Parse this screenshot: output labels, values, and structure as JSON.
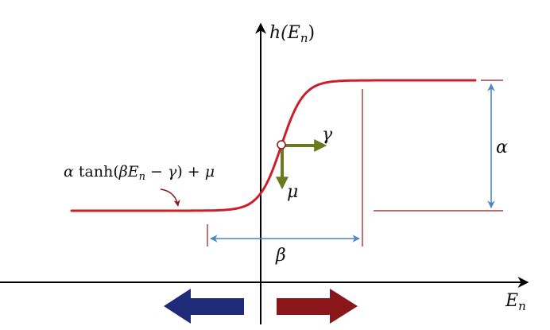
{
  "labels": {
    "y_axis": "h(E",
    "y_axis_sub": "n",
    "y_axis_close": ")",
    "x_axis": "E",
    "x_axis_sub": "n",
    "gamma": "γ",
    "mu": "μ",
    "alpha": "α",
    "beta": "β",
    "formula_alpha": "α",
    "formula_tanh": " tanh(",
    "formula_beta_e": "βE",
    "formula_sub": "n",
    "formula_minus": " − ",
    "formula_gamma": "γ",
    "formula_close": ") + ",
    "formula_mu": "μ"
  },
  "colors": {
    "axis": "#000000",
    "curve": "#cc1f2a",
    "bracket_lines": "#8b1a1a",
    "dimension_arrows": "#4a86c8",
    "vector_arrows": "#6b7a1e",
    "left_arrow": "#1f2a78",
    "right_arrow": "#8a161a",
    "pointer_arrow": "#8b1a1a"
  }
}
